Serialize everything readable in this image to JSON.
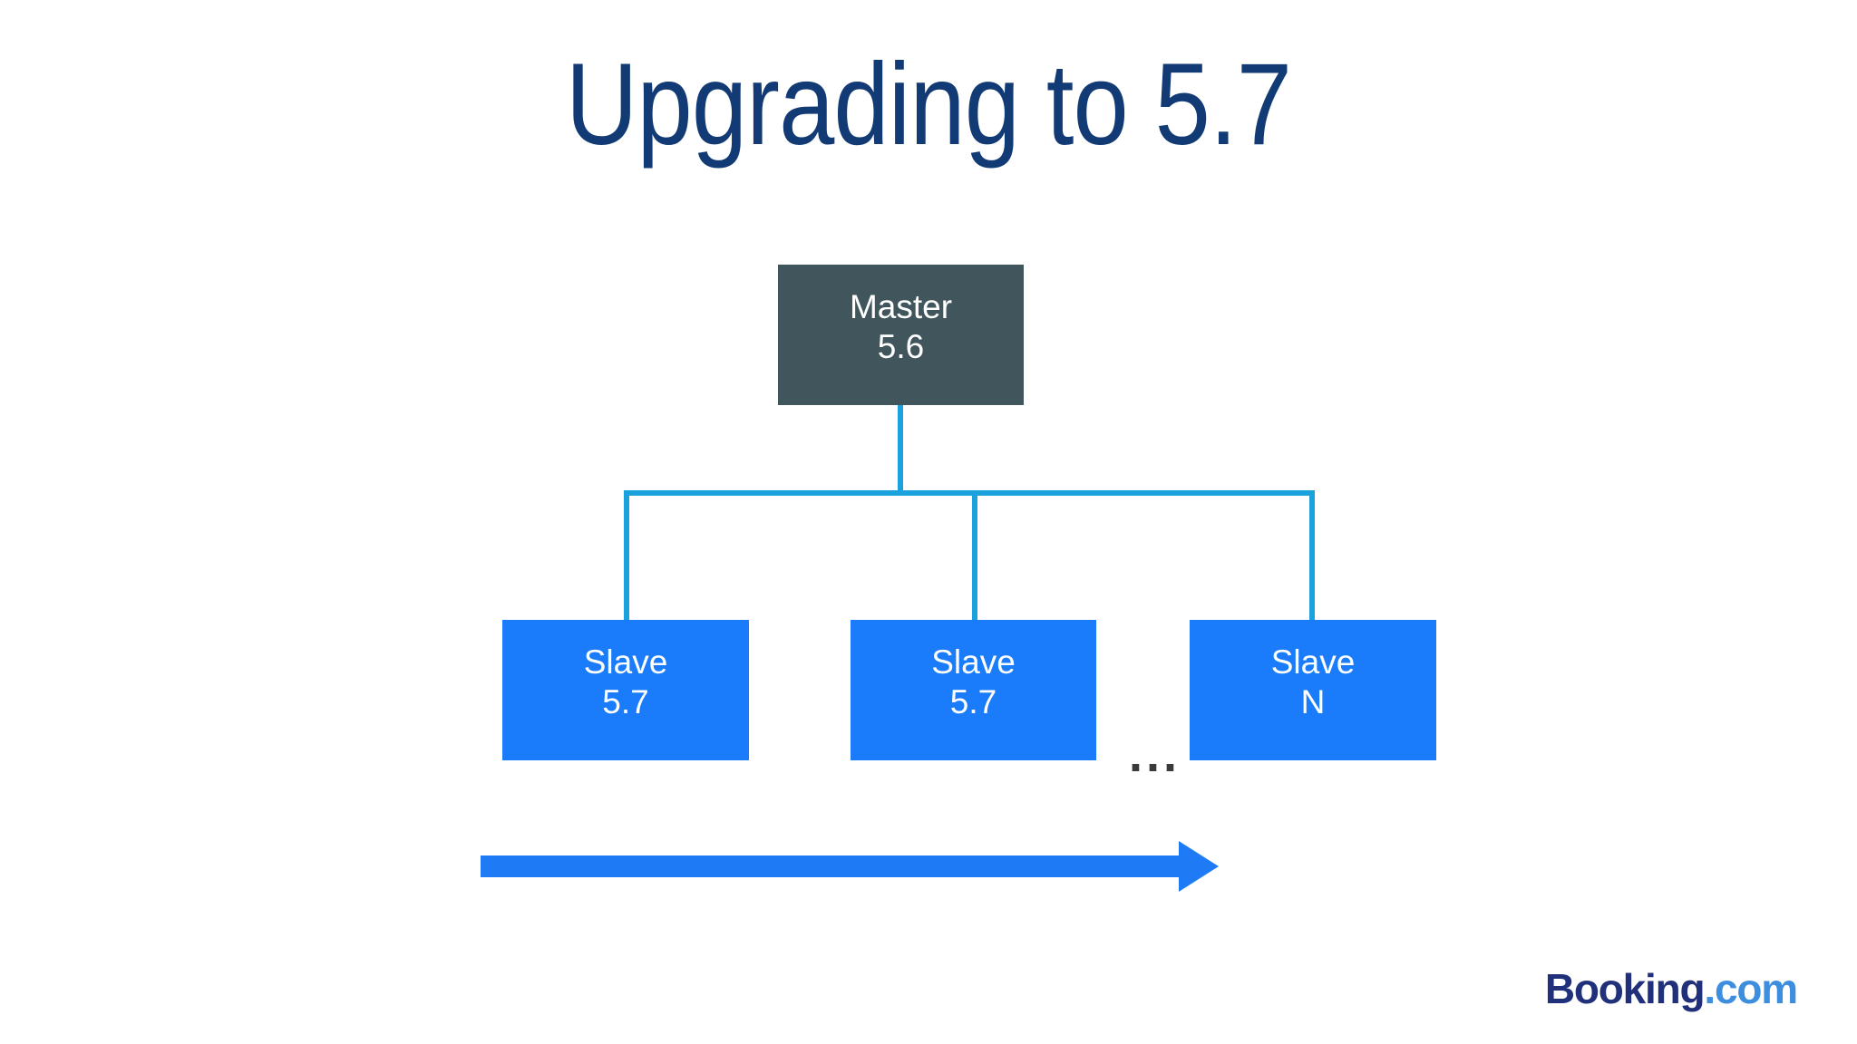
{
  "slide": {
    "title": "Upgrading to 5.7",
    "background_color": "#ffffff",
    "title_color": "#123A75"
  },
  "diagram": {
    "type": "replication-topology",
    "connector_color": "#19A2DC",
    "nodes": [
      {
        "id": "master",
        "role_label": "Master",
        "version_label": "5.6",
        "fill_color": "#41555D",
        "text_color": "#ffffff"
      },
      {
        "id": "slave-1",
        "role_label": "Slave",
        "version_label": "5.7",
        "fill_color": "#1A7CFA",
        "text_color": "#ffffff"
      },
      {
        "id": "slave-2",
        "role_label": "Slave",
        "version_label": "5.7",
        "fill_color": "#1A7CFA",
        "text_color": "#ffffff"
      },
      {
        "id": "slave-3",
        "role_label": "Slave",
        "version_label": "N",
        "fill_color": "#1A7CFA",
        "text_color": "#ffffff"
      }
    ],
    "ellipsis": "...",
    "progress_arrow": {
      "direction": "right",
      "color": "#1E7BF5"
    }
  },
  "brand": {
    "name": "Booking",
    "tld": ".com",
    "name_color": "#20307A",
    "tld_color": "#3E8EE0"
  }
}
